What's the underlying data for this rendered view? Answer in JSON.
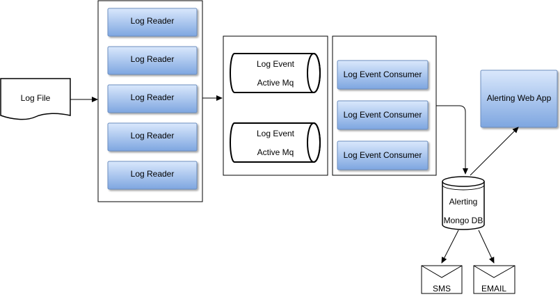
{
  "log_file": {
    "label": "Log File"
  },
  "readers": [
    "Log Reader",
    "Log Reader",
    "Log Reader",
    "Log Reader",
    "Log Reader"
  ],
  "queues": [
    {
      "line1": "Log Event",
      "line2": "Active Mq"
    },
    {
      "line1": "Log Event",
      "line2": "Active Mq"
    }
  ],
  "consumers": [
    "Log Event Consumer",
    "Log Event Consumer",
    "Log Event Consumer"
  ],
  "database": {
    "line1": "Alerting",
    "line2": "Mongo DB"
  },
  "web_app": {
    "label": "Alerting Web App"
  },
  "notifications": {
    "sms": "SMS",
    "email": "EMAIL"
  },
  "colors": {
    "box_top": "#dae8fc",
    "box_bottom": "#7ea6e0",
    "box_border": "#6c8ebf",
    "line": "#000000"
  }
}
